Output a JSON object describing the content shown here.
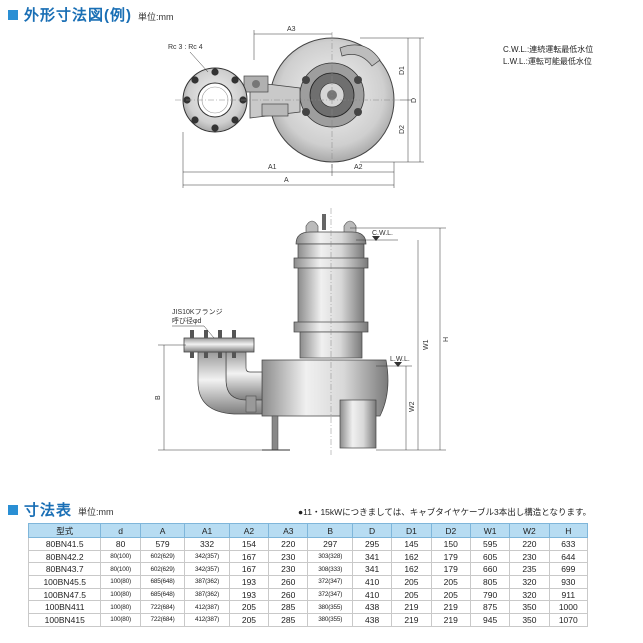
{
  "section1": {
    "title": "外形寸法図(例)",
    "unit": "単位:mm"
  },
  "drawing": {
    "top_view_labels": {
      "rc": "Rc 3 : Rc 4",
      "a3": "A3",
      "a1": "A1",
      "a2": "A2",
      "a": "A",
      "d1": "D1",
      "d2": "D2",
      "d": "D"
    },
    "notes": {
      "cwl": "C.W.L.:連続運転最低水位",
      "lwl": "L.W.L.:運転可能最低水位"
    },
    "side_view_labels": {
      "cwl": "C.W.L.",
      "lwl": "L.W.L.",
      "jis_line1": "JIS10Kフランジ",
      "jis_line2": "呼び径φd",
      "b": "B",
      "w1": "W1",
      "w2": "W2",
      "h": "H"
    }
  },
  "section2": {
    "title": "寸法表",
    "unit": "単位:mm",
    "footnote": "●11・15kWにつきましては、キャブタイヤケーブル3本出し構造となります。"
  },
  "table": {
    "headers": [
      "型式",
      "d",
      "A",
      "A1",
      "A2",
      "A3",
      "B",
      "D",
      "D1",
      "D2",
      "W1",
      "W2",
      "H"
    ],
    "rows": [
      [
        "80BN41.5",
        "80",
        "579",
        "332",
        "154",
        "220",
        "297",
        "295",
        "145",
        "150",
        "595",
        "220",
        "633"
      ],
      [
        "80BN42.2",
        "80(100)",
        "602(629)",
        "342(357)",
        "167",
        "230",
        "303(328)",
        "341",
        "162",
        "179",
        "605",
        "230",
        "644"
      ],
      [
        "80BN43.7",
        "80(100)",
        "602(629)",
        "342(357)",
        "167",
        "230",
        "308(333)",
        "341",
        "162",
        "179",
        "660",
        "235",
        "699"
      ],
      [
        "100BN45.5",
        "100(80)",
        "685(648)",
        "387(362)",
        "193",
        "260",
        "372(347)",
        "410",
        "205",
        "205",
        "805",
        "320",
        "930"
      ],
      [
        "100BN47.5",
        "100(80)",
        "685(648)",
        "387(362)",
        "193",
        "260",
        "372(347)",
        "410",
        "205",
        "205",
        "790",
        "320",
        "911"
      ],
      [
        "100BN411",
        "100(80)",
        "722(684)",
        "412(387)",
        "205",
        "285",
        "380(355)",
        "438",
        "219",
        "219",
        "875",
        "350",
        "1000"
      ],
      [
        "100BN415",
        "100(80)",
        "722(684)",
        "412(387)",
        "205",
        "285",
        "380(355)",
        "438",
        "219",
        "219",
        "945",
        "350",
        "1070"
      ]
    ]
  },
  "colors": {
    "accent": "#2a8fd4",
    "title": "#1a6fb5",
    "header_bg": "#b7dcf2"
  }
}
